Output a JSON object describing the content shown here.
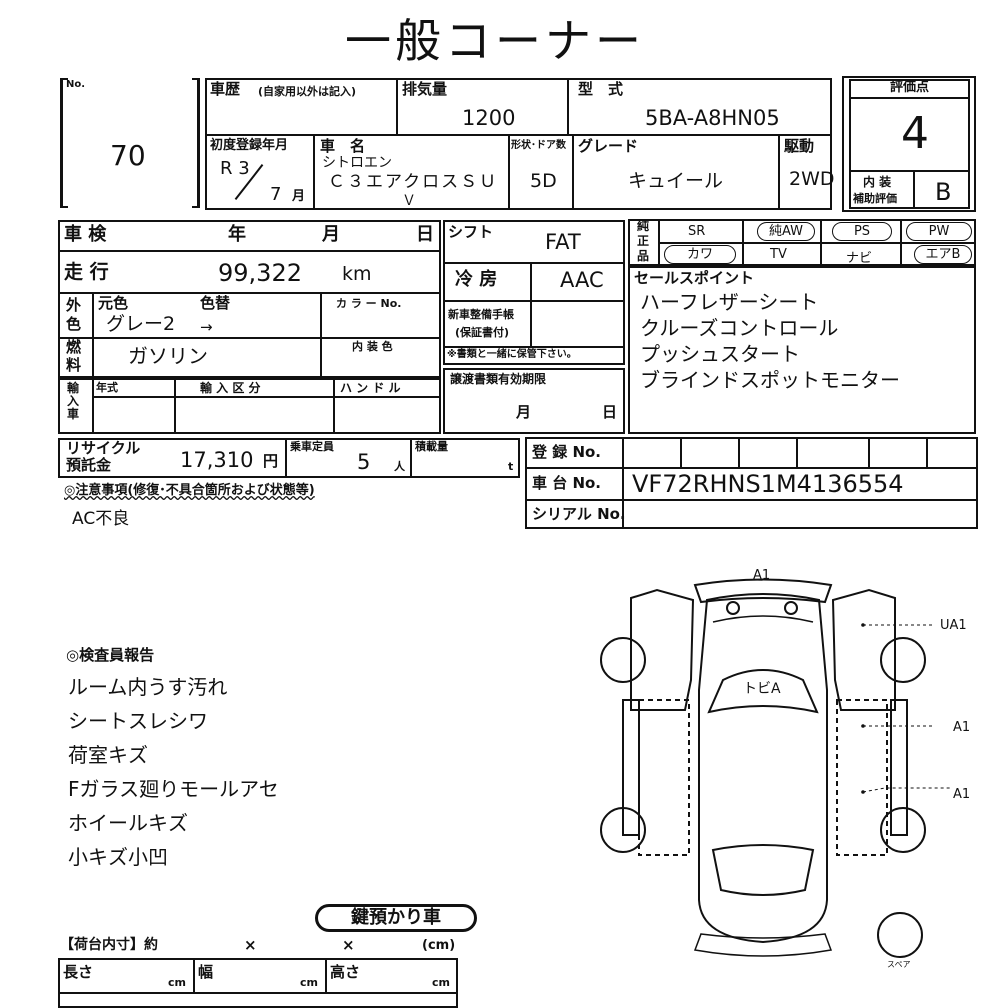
{
  "title": "一般コーナー",
  "lot": {
    "label": "No.",
    "value": "70"
  },
  "history": {
    "label": "車歴",
    "note": "(自家用以外は記入)"
  },
  "displacement": {
    "label": "排気量",
    "value": "1200"
  },
  "model_code": {
    "label": "型　式",
    "value": "5BA-A8HN05"
  },
  "score": {
    "label": "評価点",
    "value": "4",
    "interior_label_1": "内 装",
    "interior_label_2": "補助評価",
    "interior_value": "B"
  },
  "first_reg": {
    "label": "初度登録年月",
    "year": "R 3",
    "month": "7",
    "month_unit": "月"
  },
  "car_name": {
    "label": "車　名",
    "maker": "シトロエン",
    "name_line1": "Ｃ３エアクロスＳＵ",
    "name_line2": "Ｖ"
  },
  "doors": {
    "label": "形状･ドア数",
    "value": "5D"
  },
  "grade": {
    "label": "グレード",
    "value": "キュイール"
  },
  "drive": {
    "label": "駆動",
    "value": "2WD"
  },
  "inspection": {
    "label": "車 検",
    "year": "年",
    "month": "月",
    "day": "日"
  },
  "mileage": {
    "label": "走 行",
    "value": "99,322",
    "unit": "km"
  },
  "color": {
    "label_1": "外",
    "label_2": "色",
    "orig_label": "元色",
    "change_label": "色替",
    "code_label": "カ ラ ー No.",
    "value": "グレー2",
    "arrow": "→"
  },
  "fuel": {
    "label_1": "燃",
    "label_2": "料",
    "value": "ガソリン",
    "interior_label": "内 装 色"
  },
  "import": {
    "label": "輸入車",
    "year_label": "年式",
    "type_label": "輸 入 区 分",
    "handle_label": "ハ ン ド ル"
  },
  "shift": {
    "label": "シフト",
    "value": "FAT"
  },
  "ac": {
    "label": "冷 房",
    "value": "AAC"
  },
  "maintenance": {
    "label_1": "新車整備手帳",
    "label_2": "(保証書付)",
    "note": "※書類と一緒に保管下さい。"
  },
  "transfer": {
    "label": "譲渡書類有効期限",
    "month": "月",
    "day": "日"
  },
  "equipment": {
    "label_1": "純",
    "label_2": "正",
    "label_3": "品",
    "items": [
      "SR",
      "純AW",
      "PS",
      "PW",
      "カワ",
      "TV",
      "ナビ",
      "エアB"
    ]
  },
  "sales_points": {
    "label": "セールスポイント",
    "items": [
      "ハーフレザーシート",
      "クルーズコントロール",
      "プッシュスタート",
      "ブラインドスポットモニター"
    ]
  },
  "recycle": {
    "label_1": "リサイクル",
    "label_2": "預託金",
    "value": "17,310",
    "unit": "円"
  },
  "capacity": {
    "label": "乗車定員",
    "value": "5",
    "unit": "人"
  },
  "load": {
    "label": "積載量",
    "unit": "t"
  },
  "registration": {
    "label": "登 録 No."
  },
  "chassis": {
    "label": "車 台 No.",
    "value": "VF72RHNS1M4136554"
  },
  "serial": {
    "label": "シリアル No."
  },
  "caution": {
    "label": "◎注意事項(修復･不具合箇所および状態等)",
    "value": "AC不良"
  },
  "inspector": {
    "label": "◎検査員報告",
    "items": [
      "ルーム内うす汚れ",
      "シートスレシワ",
      "荷室キズ",
      "Fガラス廻りモールアセ",
      "ホイールキズ",
      "小キズ小凹"
    ]
  },
  "key_badge": "鍵預かり車",
  "cargo": {
    "label": "【荷台内寸】約",
    "x1": "×",
    "x2": "×",
    "unit": "(cm)",
    "length": "長さ",
    "width": "幅",
    "height": "高さ",
    "cm": "cm"
  },
  "diagram": {
    "label_top": "A1",
    "label_right_door": "UA1",
    "label_side_1": "A1",
    "label_side_2": "A1",
    "roof": "トビA",
    "spare": "スペア"
  }
}
